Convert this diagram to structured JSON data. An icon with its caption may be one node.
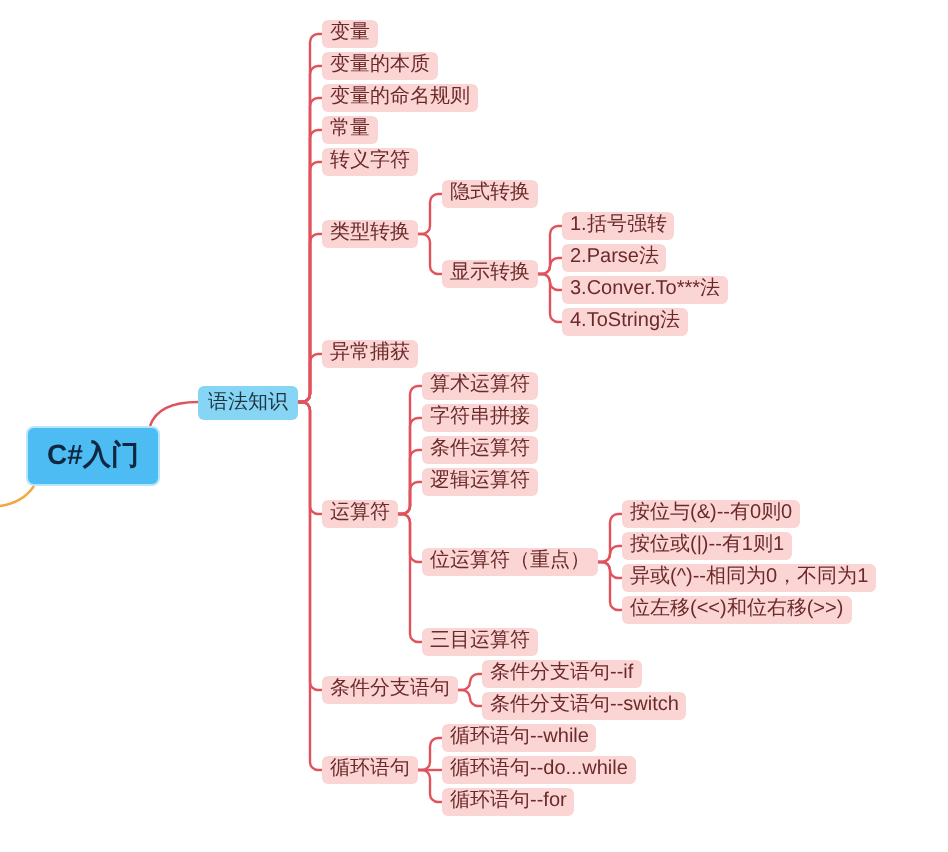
{
  "diagram": {
    "nodes": [
      {
        "text": [
          "C#入门"
        ]
      },
      {
        "text": [
          "语法知识"
        ]
      },
      {
        "text": [
          "变量"
        ]
      },
      {
        "text": [
          "变量的本质"
        ]
      },
      {
        "text": [
          "变量的命名规则"
        ]
      },
      {
        "text": [
          "常量"
        ]
      },
      {
        "text": [
          "转义字符"
        ]
      },
      {
        "text": [
          "类型转换"
        ]
      },
      {
        "text": [
          "隐式转换"
        ]
      },
      {
        "text": [
          "显示转换"
        ]
      },
      {
        "text": [
          "1.括号强转"
        ]
      },
      {
        "text": [
          "2.Parse法"
        ]
      },
      {
        "text": [
          "3.Conver.To***法"
        ]
      },
      {
        "text": [
          "4.ToString法"
        ]
      },
      {
        "text": [
          "异常捕获"
        ]
      },
      {
        "text": [
          "运算符"
        ]
      },
      {
        "text": [
          "算术运算符"
        ]
      },
      {
        "text": [
          "字符串拼接"
        ]
      },
      {
        "text": [
          "条件运算符"
        ]
      },
      {
        "text": [
          "逻辑运算符"
        ]
      },
      {
        "text": [
          "位运算符（重点）"
        ]
      },
      {
        "text": [
          "按位与(&)--有0则0"
        ]
      },
      {
        "text": [
          "按位或(|)--有1则1"
        ]
      },
      {
        "text": [
          "异或(^)--相同为0，不同为1"
        ]
      },
      {
        "text": [
          "位左移(<<)和位右移(>>)"
        ]
      },
      {
        "text": [
          "三目运算符"
        ]
      },
      {
        "text": [
          "条件分支语句"
        ]
      },
      {
        "text": [
          "条件分支语句--if"
        ]
      },
      {
        "text": [
          "条件分支语句--switch"
        ]
      },
      {
        "text": [
          "循环语句"
        ]
      },
      {
        "text": [
          "循环语句--while"
        ]
      },
      {
        "text": [
          "循环语句--do...while"
        ]
      },
      {
        "text": [
          "循环语句--for"
        ]
      }
    ],
    "edges": [
      {
        "from": 0,
        "to": 1,
        "arrow": "none"
      },
      {
        "from": 0,
        "to": null,
        "arrow": "none",
        "color": "#f4a640"
      },
      {
        "from": 1,
        "to": 2,
        "arrow": "none"
      },
      {
        "from": 1,
        "to": 3,
        "arrow": "none"
      },
      {
        "from": 1,
        "to": 4,
        "arrow": "none"
      },
      {
        "from": 1,
        "to": 5,
        "arrow": "none"
      },
      {
        "from": 1,
        "to": 6,
        "arrow": "none"
      },
      {
        "from": 1,
        "to": 7,
        "arrow": "none"
      },
      {
        "from": 7,
        "to": 8,
        "arrow": "none"
      },
      {
        "from": 7,
        "to": 9,
        "arrow": "none"
      },
      {
        "from": 9,
        "to": 10,
        "arrow": "none"
      },
      {
        "from": 9,
        "to": 11,
        "arrow": "none"
      },
      {
        "from": 9,
        "to": 12,
        "arrow": "none"
      },
      {
        "from": 9,
        "to": 13,
        "arrow": "none"
      },
      {
        "from": 1,
        "to": 14,
        "arrow": "none"
      },
      {
        "from": 1,
        "to": 15,
        "arrow": "none"
      },
      {
        "from": 15,
        "to": 16,
        "arrow": "none"
      },
      {
        "from": 15,
        "to": 17,
        "arrow": "none"
      },
      {
        "from": 15,
        "to": 18,
        "arrow": "none"
      },
      {
        "from": 15,
        "to": 19,
        "arrow": "none"
      },
      {
        "from": 15,
        "to": 20,
        "arrow": "none"
      },
      {
        "from": 20,
        "to": 21,
        "arrow": "none"
      },
      {
        "from": 20,
        "to": 22,
        "arrow": "none"
      },
      {
        "from": 20,
        "to": 23,
        "arrow": "none"
      },
      {
        "from": 20,
        "to": 24,
        "arrow": "none"
      },
      {
        "from": 15,
        "to": 25,
        "arrow": "none"
      },
      {
        "from": 1,
        "to": 26,
        "arrow": "none"
      },
      {
        "from": 26,
        "to": 27,
        "arrow": "none"
      },
      {
        "from": 26,
        "to": 28,
        "arrow": "none"
      },
      {
        "from": 1,
        "to": 29,
        "arrow": "none"
      },
      {
        "from": 29,
        "to": 30,
        "arrow": "none"
      },
      {
        "from": 29,
        "to": 31,
        "arrow": "none"
      },
      {
        "from": 29,
        "to": 32,
        "arrow": "none"
      }
    ]
  }
}
